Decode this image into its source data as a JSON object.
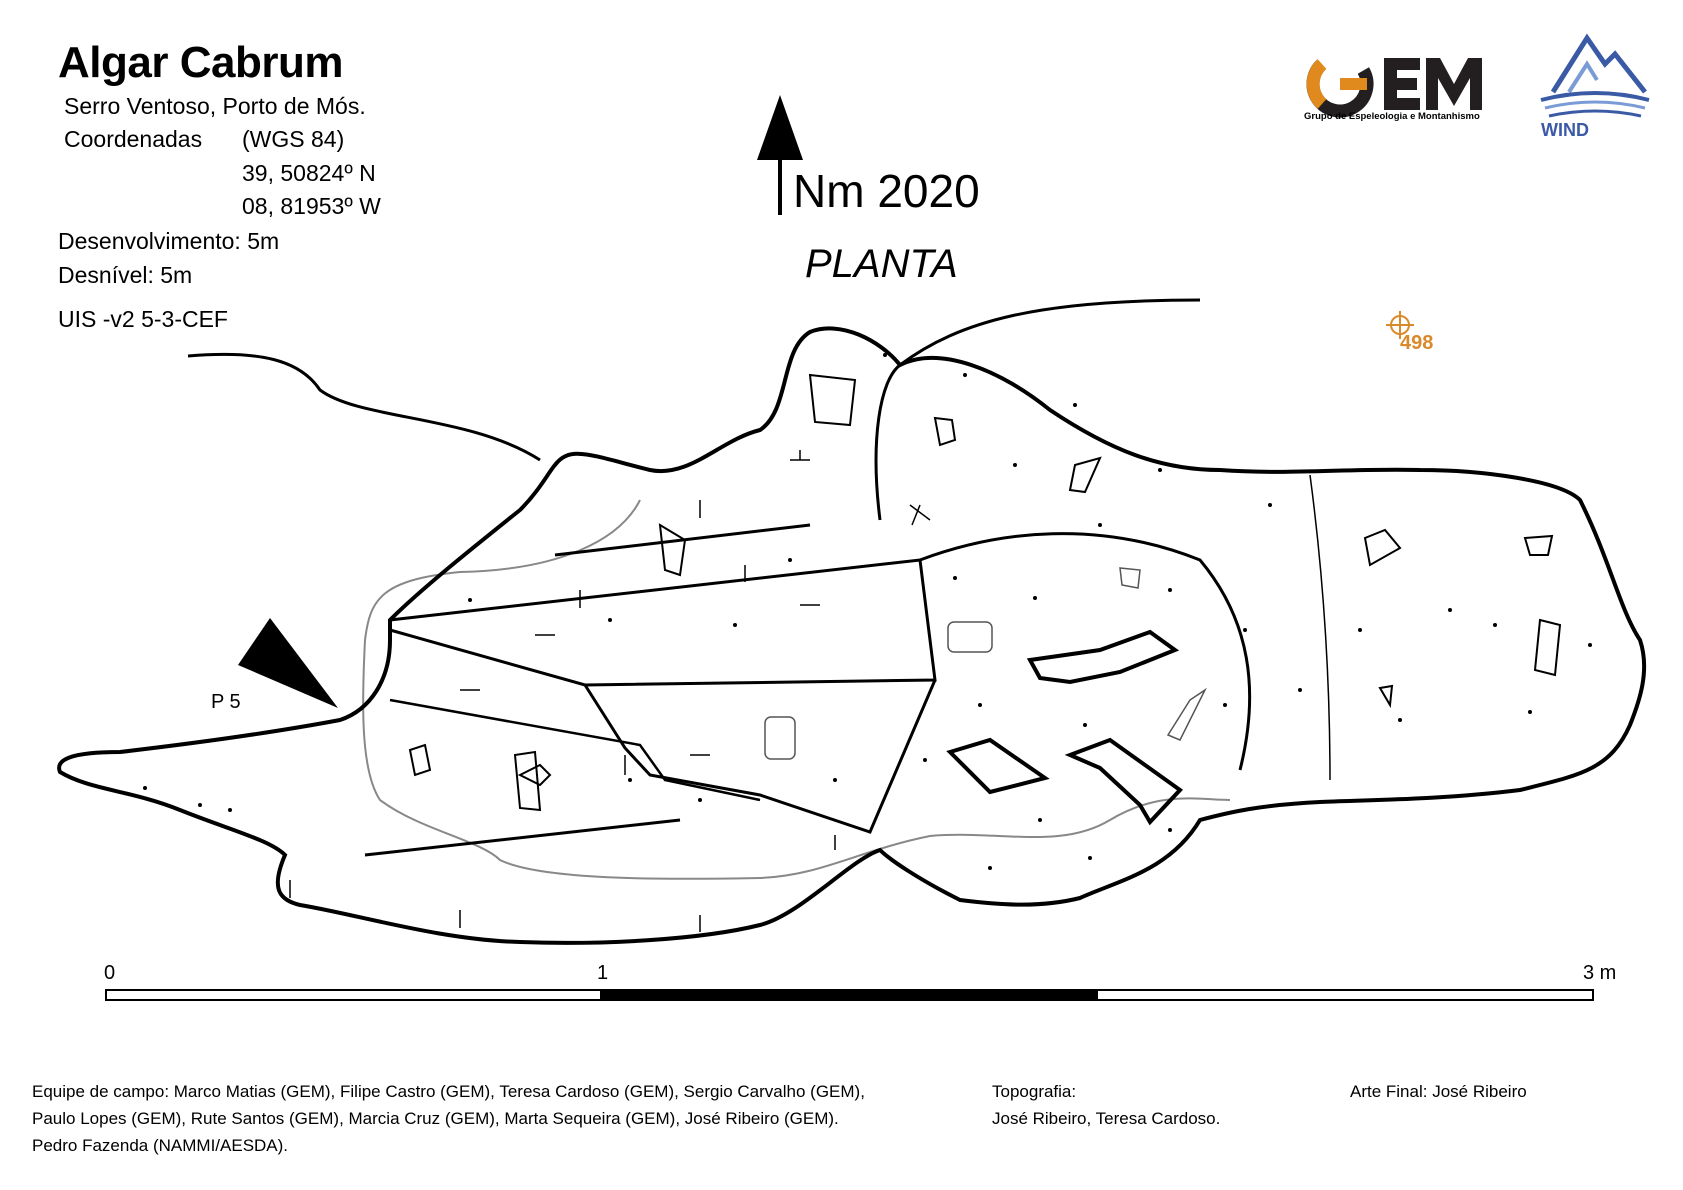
{
  "header": {
    "title": "Algar Cabrum",
    "location": "Serro Ventoso, Porto de Mós.",
    "coordinates_label": "Coordenadas",
    "datum": "(WGS 84)",
    "latitude": "39, 50824º N",
    "longitude": "08, 81953º W",
    "development": "Desenvolvimento: 5m",
    "elevation_drop": "Desnível:  5m",
    "uis_grade": "UIS -v2 5-3-CEF"
  },
  "map": {
    "north_label": "Nm 2020",
    "view_label": "PLANTA",
    "pit_label": "P 5",
    "reference_point": "498",
    "reference_color": "#d98a2b"
  },
  "scale_bar": {
    "tick_start": "0",
    "tick_mid": "1",
    "tick_end": "3 m"
  },
  "logos": {
    "gem_text": "GEM",
    "gem_subtitle": "Grupo de Espeleologia e Montanhismo",
    "gem_accent": "#e08a1e",
    "gem_dark": "#231f20",
    "wind_text": "WIND",
    "wind_color": "#3b5aa6"
  },
  "credits": {
    "team_line1": "Equipe de campo:   Marco Matias (GEM), Filipe Castro (GEM),  Teresa Cardoso (GEM), Sergio Carvalho (GEM),",
    "team_line2": "Paulo Lopes (GEM), Rute Santos (GEM), Marcia Cruz (GEM), Marta Sequeira (GEM), José Ribeiro (GEM).",
    "team_line3": "Pedro Fazenda (NAMMI/AESDA).",
    "topo_label": "Topografia:",
    "topo_names": "José Ribeiro, Teresa Cardoso.",
    "art_final": "Arte Final: José Ribeiro"
  }
}
